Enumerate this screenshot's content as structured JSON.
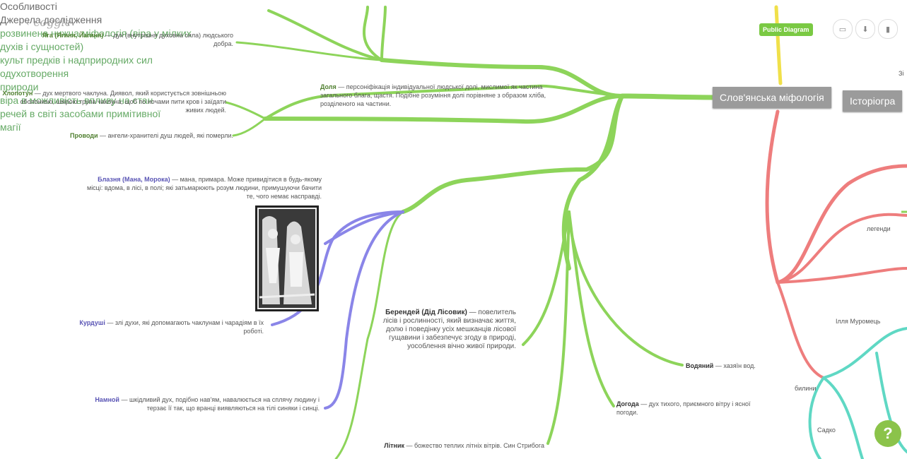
{
  "app": {
    "logo": "coggle",
    "public_label": "Public Diagram"
  },
  "toolbar": {
    "icons": [
      "comment-icon",
      "download-icon",
      "copy-icon"
    ]
  },
  "roots": {
    "main": "Слов'янська міфологія",
    "right": "Історіогра"
  },
  "branches": {
    "features": "Особливості",
    "sources": "Джерела дослідження"
  },
  "nodes": {
    "lower_myth": "розвинена нижча міфологія (віра у мілких духів і сущностей)",
    "ancestors": "культ предків і надприродних сил",
    "spirit": "одухотворення природи",
    "magic": "віра в можливість впливу на стан речей в світі засобами примітивної магії"
  },
  "leaves": {
    "yaga": {
      "title": "Яга (Ягиня, Йагиня)",
      "text": " — дух (внутрішня духовна сила) людського добра."
    },
    "dolia": {
      "title": "Доля",
      "text": " — персоніфікація індивідуальної людської долі, мислимої як частина загального блага, щастя. Подібне розуміння долі порівняне з образом хліба, розділеного на частини."
    },
    "khlopotun": {
      "title": "Хлопотун",
      "text": " — дух мертвого чаклуна. Диявол, який користується зовнішньою оболонкою, шкірою трупа чаклуна, щоб по ночами пити кров і заїдати живих людей."
    },
    "provody": {
      "title": "Проводи",
      "text": " — ангели-хранителі душ людей, які померли."
    },
    "blaznia": {
      "title": "Блазня (Мана, Морока)",
      "text": " — мана, примара. Може привидітися в будь-якому місці: вдома, в лісі, в полі; які затьмарюють розум людини, примушуючи бачити те, чого немає насправді."
    },
    "kurduchi": {
      "title": "Курдуші",
      "text": " — злі духи, які допомагають чаклунам і чарадіям в їх роботі."
    },
    "namnoi": {
      "title": "Намной",
      "text": " — шкідливий дух, подібно нав'ям, навалюється на сплячу людину і терзає її так, що вранці виявляються на тілі синяки і синці."
    },
    "berendei": {
      "title": "Берендей (Дід Лісовик)",
      "text": " — повелитель лісів і рослинності, який визначає життя, долю і поведінку усіх мешканців лісової гущавини і забезпечує згоду в природі, уособлення вічно живої природи."
    },
    "vodianyi": {
      "title": "Водяний",
      "text": " — хазяїн вод."
    },
    "dogoda": {
      "title": "Догода",
      "text": " — дух тихого, приємного вітру і ясної погоди."
    },
    "litnyk": {
      "title": "Літник",
      "text": " — божество теплих літніх вітрів. Син Стрибога"
    }
  },
  "right_side": {
    "legends": "легенди",
    "ilia": "Ілля Муромець",
    "byliny": "билини",
    "sadko": "Садко",
    "edge_label": "Зі"
  },
  "colors": {
    "green": "#8dd45a",
    "purple": "#8a85e8",
    "red": "#ee7d7d",
    "teal": "#5fd8c4",
    "yellow": "#f0e04a",
    "root": "#9b9b9b"
  }
}
